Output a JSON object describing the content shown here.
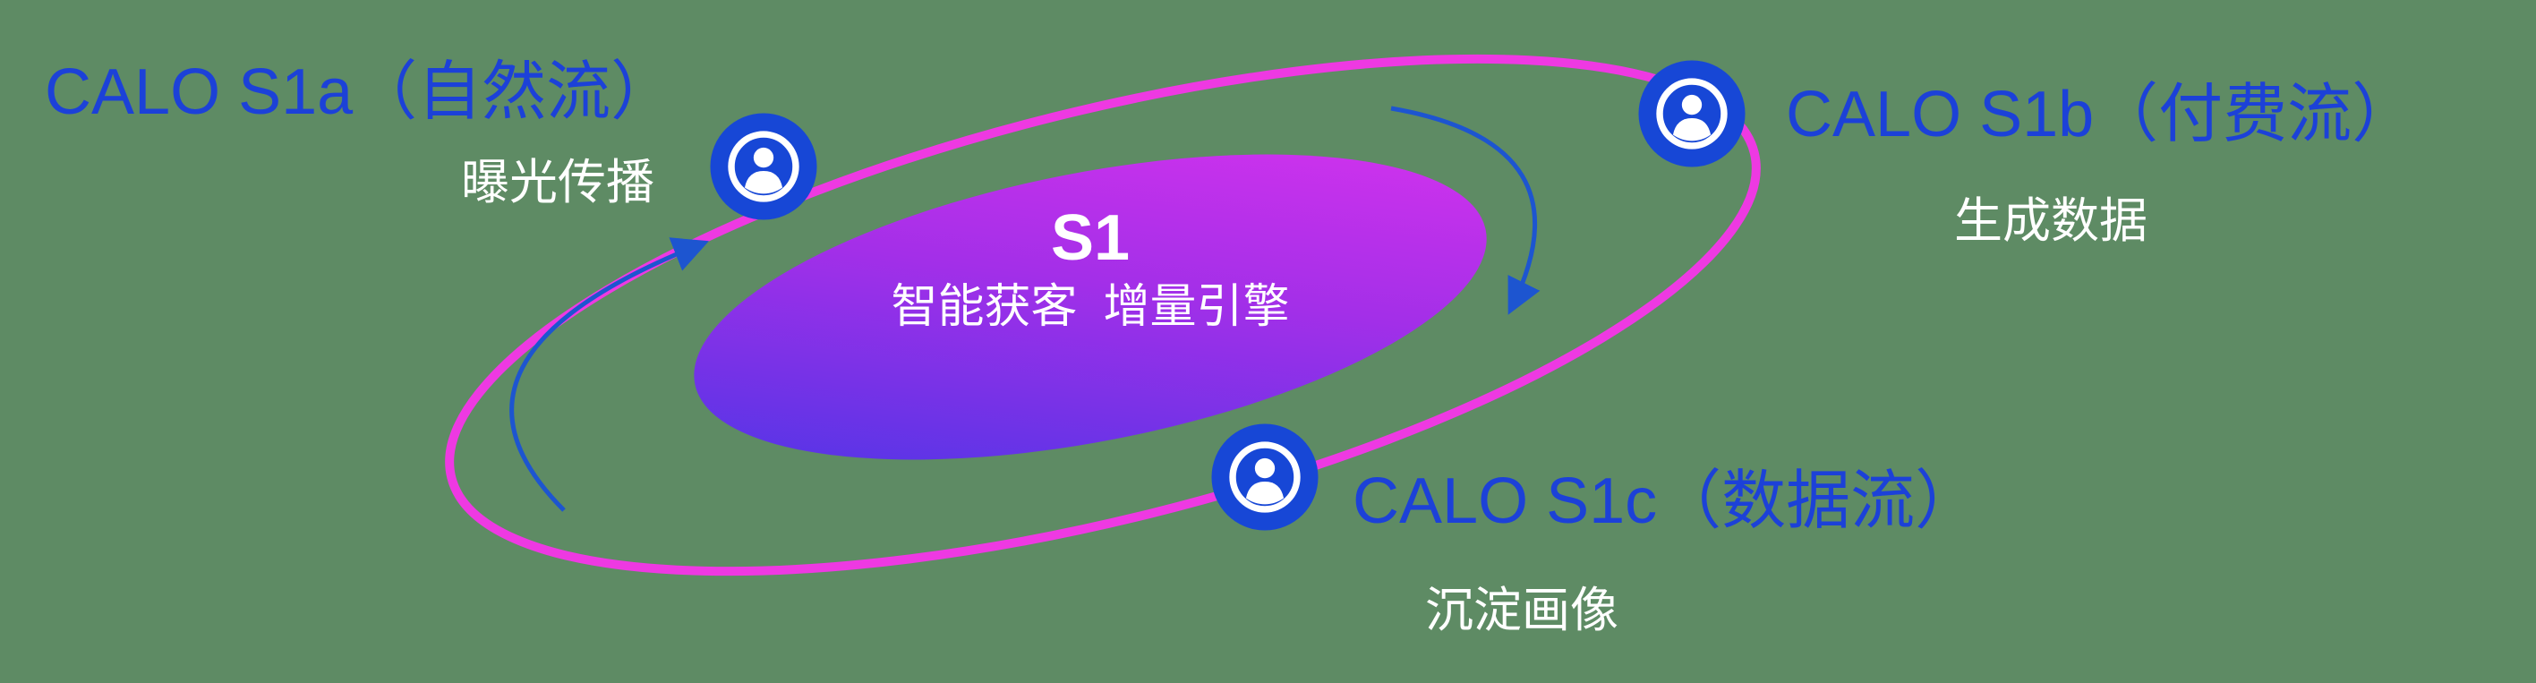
{
  "colors": {
    "canvas_bg": "#5e8b64",
    "orbit_pink": "#ee39e2",
    "node_blue": "#1747d6",
    "label_blue": "#1c41d8",
    "arrow_blue": "#1d55d0",
    "text_white": "#ffffff",
    "gradient_start": "#4436e6",
    "gradient_mid": "#a32fe8",
    "gradient_end": "#dd33ee"
  },
  "center": {
    "title": "S1",
    "subtitle": "智能获客  增量引擎"
  },
  "nodes": [
    {
      "id": "s1a",
      "label": "CALO S1a（自然流）",
      "sublabel": "曝光传播",
      "icon": "user-icon"
    },
    {
      "id": "s1b",
      "label": "CALO S1b（付费流）",
      "sublabel": "生成数据",
      "icon": "user-icon"
    },
    {
      "id": "s1c",
      "label": "CALO S1c（数据流）",
      "sublabel": "沉淀画像",
      "icon": "user-icon"
    }
  ]
}
